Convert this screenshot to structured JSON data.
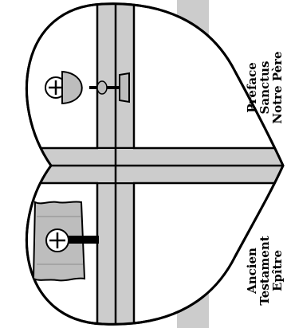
{
  "labels": {
    "top": [
      "Préface",
      "Sanctus",
      "Notre Père"
    ],
    "bottom": [
      "Ancien",
      "Testament",
      "Epître"
    ]
  },
  "icons": {
    "top": "chalice-with-host-icon",
    "bottom": "open-book-with-host-icon"
  },
  "colors": {
    "stroke": "#000000",
    "band": "#cccccc",
    "fill": "#ffffff",
    "icon_fill": "#bdbdbd"
  }
}
